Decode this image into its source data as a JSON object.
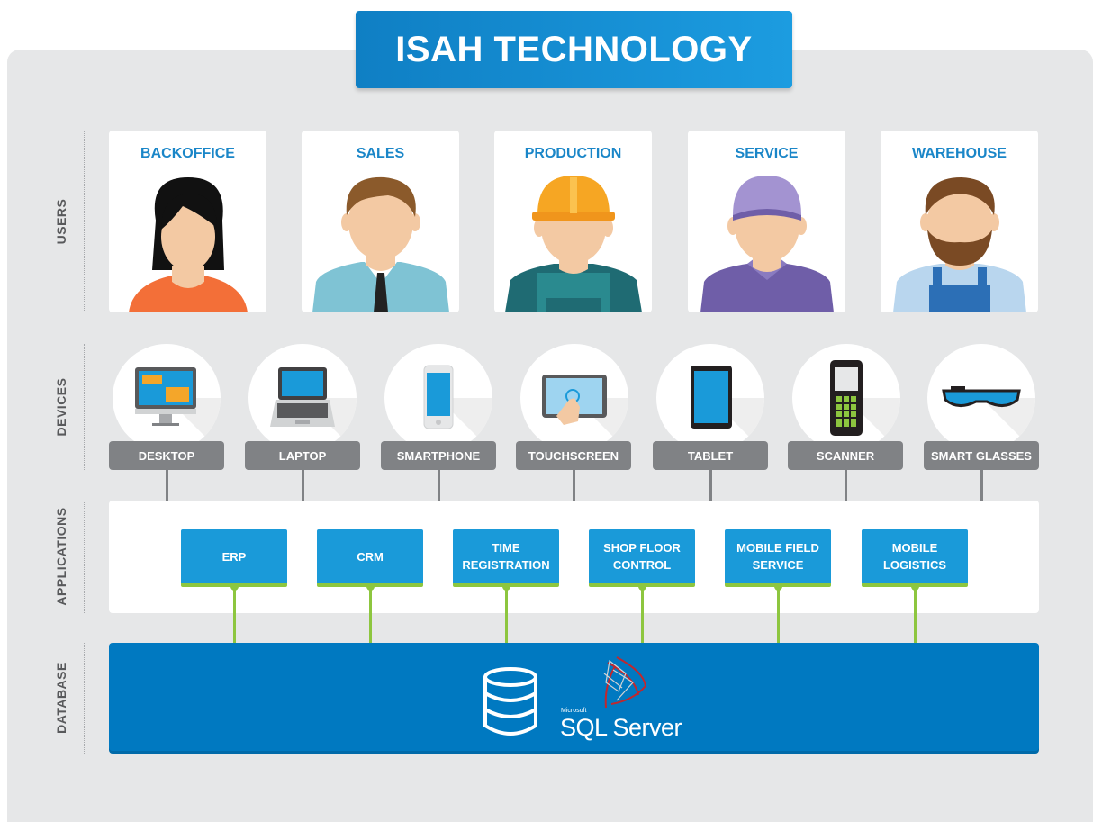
{
  "title": "ISAH TECHNOLOGY",
  "rows": {
    "users": "USERS",
    "devices": "DEVICES",
    "applications": "APPLICATIONS",
    "database": "DATABASE"
  },
  "users": [
    "BACKOFFICE",
    "SALES",
    "PRODUCTION",
    "SERVICE",
    "WAREHOUSE"
  ],
  "devices": [
    "DESKTOP",
    "LAPTOP",
    "SMARTPHONE",
    "TOUCHSCREEN",
    "TABLET",
    "SCANNER",
    "SMART GLASSES"
  ],
  "applications": [
    "ERP",
    "CRM",
    "TIME\nREGISTRATION",
    "SHOP FLOOR\nCONTROL",
    "MOBILE FIELD\nSERVICE",
    "MOBILE\nLOGISTICS"
  ],
  "database": {
    "icon": "database-icon",
    "vendor": "Microsoft",
    "product": "SQL Server"
  },
  "colors": {
    "accent_blue": "#1a9ad9",
    "database_blue": "#0079c1",
    "connector_green": "#8dc63f",
    "device_gray": "#808285",
    "background_gray": "#e6e7e8"
  }
}
